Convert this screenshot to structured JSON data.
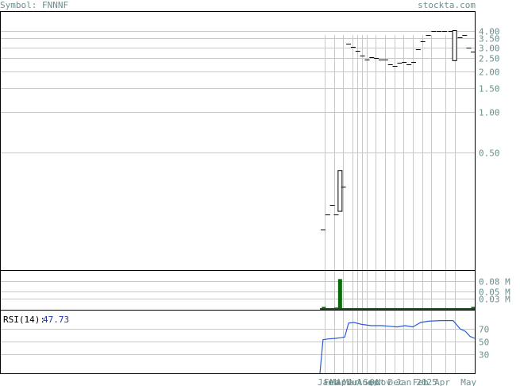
{
  "header": {
    "symbol_label": "Symbol:",
    "symbol": "FNNNF",
    "site": "stockta.com"
  },
  "colors": {
    "grid": "#c8c8c8",
    "axis_text": "#6b8e8e",
    "up_volume": "#0a6b0a",
    "down_volume": "#b01010",
    "rsi_line": "#2a5ad8",
    "rsi_value": "#2233aa"
  },
  "chart_data": [
    {
      "type": "candlestick",
      "panel": "price",
      "scale": "log",
      "y_ticks": [
        4.0,
        3.5,
        3.0,
        2.5,
        2.0,
        1.5,
        1.0,
        0.5
      ],
      "y_tick_labels": [
        "4.00",
        "3.50",
        "3.00",
        "2.50",
        "2.00",
        "1.50",
        "1.00",
        "0.50"
      ],
      "ylim": [
        0.07,
        5.0
      ],
      "grid": true,
      "candles": [
        {
          "t": 0.02,
          "open": 0.135,
          "high": 0.135,
          "low": 0.135,
          "close": 0.135
        },
        {
          "t": 0.05,
          "open": 0.175,
          "high": 0.175,
          "low": 0.175,
          "close": 0.175
        },
        {
          "t": 0.08,
          "open": 0.205,
          "high": 0.205,
          "low": 0.205,
          "close": 0.205
        },
        {
          "t": 0.105,
          "open": 0.175,
          "high": 0.175,
          "low": 0.175,
          "close": 0.175
        },
        {
          "t": 0.13,
          "open": 0.185,
          "high": 0.37,
          "low": 0.185,
          "close": 0.37
        },
        {
          "t": 0.152,
          "open": 0.28,
          "high": 0.28,
          "low": 0.28,
          "close": 0.28
        },
        {
          "t": 0.185,
          "open": 3.2,
          "high": 3.2,
          "low": 3.2,
          "close": 3.2
        },
        {
          "t": 0.215,
          "open": 3.05,
          "high": 3.05,
          "low": 3.05,
          "close": 3.05
        },
        {
          "t": 0.245,
          "open": 2.85,
          "high": 2.85,
          "low": 2.85,
          "close": 2.85
        },
        {
          "t": 0.275,
          "open": 2.6,
          "high": 2.6,
          "low": 2.6,
          "close": 2.6
        },
        {
          "t": 0.305,
          "open": 2.45,
          "high": 2.45,
          "low": 2.45,
          "close": 2.45
        },
        {
          "t": 0.335,
          "open": 2.55,
          "high": 2.55,
          "low": 2.55,
          "close": 2.55
        },
        {
          "t": 0.365,
          "open": 2.5,
          "high": 2.5,
          "low": 2.5,
          "close": 2.5
        },
        {
          "t": 0.395,
          "open": 2.45,
          "high": 2.45,
          "low": 2.45,
          "close": 2.45
        },
        {
          "t": 0.425,
          "open": 2.45,
          "high": 2.45,
          "low": 2.45,
          "close": 2.45
        },
        {
          "t": 0.455,
          "open": 2.25,
          "high": 2.25,
          "low": 2.25,
          "close": 2.25
        },
        {
          "t": 0.485,
          "open": 2.2,
          "high": 2.2,
          "low": 2.2,
          "close": 2.2
        },
        {
          "t": 0.515,
          "open": 2.3,
          "high": 2.3,
          "low": 2.3,
          "close": 2.3
        },
        {
          "t": 0.545,
          "open": 2.35,
          "high": 2.35,
          "low": 2.35,
          "close": 2.35
        },
        {
          "t": 0.575,
          "open": 2.25,
          "high": 2.25,
          "low": 2.25,
          "close": 2.25
        },
        {
          "t": 0.605,
          "open": 2.35,
          "high": 2.35,
          "low": 2.35,
          "close": 2.35
        },
        {
          "t": 0.635,
          "open": 2.9,
          "high": 2.9,
          "low": 2.9,
          "close": 2.9
        },
        {
          "t": 0.665,
          "open": 3.35,
          "high": 3.35,
          "low": 3.35,
          "close": 3.35
        },
        {
          "t": 0.7,
          "open": 3.7,
          "high": 3.7,
          "low": 3.7,
          "close": 3.7
        },
        {
          "t": 0.735,
          "open": 3.95,
          "high": 3.95,
          "low": 3.95,
          "close": 3.95
        },
        {
          "t": 0.77,
          "open": 4.0,
          "high": 4.0,
          "low": 4.0,
          "close": 4.0
        },
        {
          "t": 0.805,
          "open": 4.0,
          "high": 4.0,
          "low": 4.0,
          "close": 4.0
        },
        {
          "t": 0.845,
          "open": 4.0,
          "high": 4.0,
          "low": 4.0,
          "close": 4.0
        },
        {
          "t": 0.87,
          "open": 2.4,
          "high": 4.0,
          "low": 2.4,
          "close": 4.0
        },
        {
          "t": 0.905,
          "open": 3.55,
          "high": 3.55,
          "low": 3.55,
          "close": 3.55
        },
        {
          "t": 0.935,
          "open": 3.7,
          "high": 3.7,
          "low": 3.7,
          "close": 3.7
        },
        {
          "t": 0.962,
          "open": 3.0,
          "high": 3.0,
          "low": 3.0,
          "close": 3.0
        },
        {
          "t": 0.99,
          "open": 2.8,
          "high": 2.8,
          "low": 2.8,
          "close": 2.8
        }
      ]
    },
    {
      "type": "bar",
      "panel": "volume",
      "y_ticks": [
        0.08,
        0.05,
        0.03
      ],
      "y_tick_labels": [
        "0.08 M",
        "0.05 M",
        "0.03 M"
      ],
      "ylim": [
        0,
        0.11
      ],
      "grid": true,
      "bars": [
        {
          "t": 0.025,
          "value": 0.008,
          "dir": "up"
        },
        {
          "t": 0.07,
          "value": 0.003,
          "dir": "down"
        },
        {
          "t": 0.105,
          "value": 0.006,
          "dir": "down"
        },
        {
          "t": 0.13,
          "value": 0.085,
          "dir": "up"
        },
        {
          "t": 0.99,
          "value": 0.008,
          "dir": "up"
        }
      ]
    },
    {
      "type": "line",
      "panel": "rsi",
      "label": "RSI(14):",
      "value_text": "47.73",
      "y_ticks": [
        70,
        50,
        30
      ],
      "y_tick_labels": [
        "70",
        "50",
        "30"
      ],
      "ylim": [
        0,
        100
      ],
      "grid": true,
      "x": [
        0.0,
        0.02,
        0.05,
        0.1,
        0.135,
        0.16,
        0.185,
        0.22,
        0.27,
        0.33,
        0.4,
        0.45,
        0.5,
        0.55,
        0.6,
        0.65,
        0.7,
        0.78,
        0.86,
        0.905,
        0.94,
        0.97,
        1.0
      ],
      "values": [
        0,
        53,
        54,
        55,
        56,
        57,
        79,
        80,
        77,
        75,
        75,
        74,
        73,
        75,
        73,
        80,
        82,
        83,
        83,
        70,
        66,
        58,
        55
      ]
    }
  ],
  "time_axis": {
    "labels": [
      {
        "t": 0.035,
        "text": "Jan"
      },
      {
        "t": 0.075,
        "text": "Feb"
      },
      {
        "t": 0.115,
        "text": "Mar"
      },
      {
        "t": 0.155,
        "text": "Apr"
      },
      {
        "t": 0.2,
        "text": "Mar"
      },
      {
        "t": 0.225,
        "text": "Jul"
      },
      {
        "t": 0.29,
        "text": "Aug"
      },
      {
        "t": 0.33,
        "text": "Sep"
      },
      {
        "t": 0.37,
        "text": "Oct"
      },
      {
        "t": 0.41,
        "text": "Nov"
      },
      {
        "t": 0.49,
        "text": "Dec"
      },
      {
        "t": 0.54,
        "text": "Jan"
      },
      {
        "t": 0.65,
        "text": "Feb"
      },
      {
        "t": 0.69,
        "text": "2025"
      },
      {
        "t": 0.79,
        "text": "Apr"
      },
      {
        "t": 0.96,
        "text": "May"
      }
    ],
    "month_lines": [
      0.03,
      0.09,
      0.15,
      0.21,
      0.24,
      0.27,
      0.3,
      0.36,
      0.42,
      0.48,
      0.54,
      0.6,
      0.66,
      0.72,
      0.81,
      0.87
    ]
  }
}
